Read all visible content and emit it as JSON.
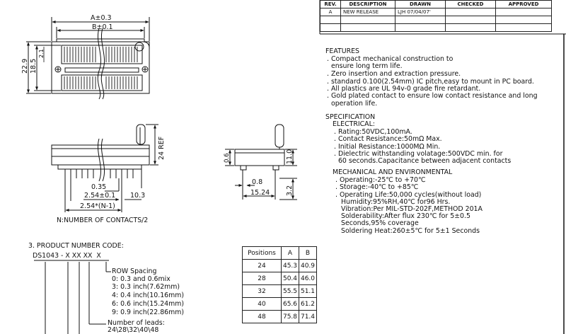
{
  "revision_table": {
    "headers": [
      "REV.",
      "DESCRIPTION",
      "DRAWN",
      "CHECKED",
      "APPROVED"
    ],
    "rows": [
      [
        "A",
        "NEW RELEASE",
        "LJH 07/04/07'",
        "",
        ""
      ],
      [
        "",
        "",
        "",
        "",
        ""
      ],
      [
        "",
        "",
        "",
        "",
        ""
      ]
    ]
  },
  "dims": {
    "a": "A±0.3",
    "b": "B±0.1",
    "h22": "22.9",
    "h18": "18.5",
    "d21": "2.1",
    "ref24": "24 REF",
    "d035": "0.35",
    "d254": "2.54±0.1",
    "d103": "10.3",
    "dn": "2.54*(N-1)",
    "d06": "0.6",
    "d08": "0.8",
    "d1524": "15.24",
    "d110": "11.0",
    "d32": "3.2"
  },
  "note_n": "N:NUMBER OF CONTACTS/2",
  "features": {
    "title": "FEATURES",
    "lines": [
      ". Compact mechanical construction to",
      "  ensure long term life.",
      ". Zero insertion and extraction pressure.",
      ". standard 0.100(2.54mm) IC pitch,easy to mount in PC board.",
      ". All plastics are UL 94v-0 grade fire retardant.",
      ". Gold plated contact to ensure low contact resistance and long",
      "  operation life."
    ]
  },
  "spec": {
    "title": "SPECIFICATION",
    "electrical_title": "ELECTRICAL:",
    "electrical": [
      ". Rating:50VDC,100mA.",
      ". Contact Resistance:50mΩ Max.",
      ". Initial Resistance:1000MΩ Min.",
      ". Dielectric withstanding volatage:500VDC min. for",
      "  60 seconds.Capacitance between adjacent contacts"
    ],
    "mech_title": "MECHANICAL AND ENVIRONMENTAL",
    "mech": [
      ". Operating:-25℃ to +70℃",
      ". Storage:-40℃ to +85℃",
      ". Operating Life:50,000 cycles(without load)",
      "Humidity:95%RH,40℃ for96 Hrs.",
      "Vibration:Per MIL-STD-202F,METHOD 201A",
      "Solderability:After flux 230℃ for 5±0.5",
      "Seconds,95% coverage",
      "Soldering Heat:260±5℃ for 5±1 Seconds"
    ]
  },
  "product_code": {
    "title": "3. PRODUCT NUMBER CODE:",
    "code": "DS1043 - X XX XX  X",
    "row_spacing_title": "ROW Spacing",
    "row_spacing": [
      "0: 0.3 and 0.6mix",
      "3: 0.3 inch(7.62mm)",
      "4: 0.4 inch(10.16mm)",
      "6: 0.6 inch(15.24mm)",
      "9: 0.9 inch(22.86mm)"
    ],
    "leads_title": "Number of leads:",
    "leads_values": "24\\28\\32\\40\\48"
  },
  "positions_table": {
    "headers": [
      "Positions",
      "A",
      "B"
    ],
    "rows": [
      [
        "24",
        "45.3",
        "40.9"
      ],
      [
        "28",
        "50.4",
        "46.0"
      ],
      [
        "32",
        "55.5",
        "51.1"
      ],
      [
        "40",
        "65.6",
        "61.2"
      ],
      [
        "48",
        "75.8",
        "71.4"
      ]
    ]
  }
}
